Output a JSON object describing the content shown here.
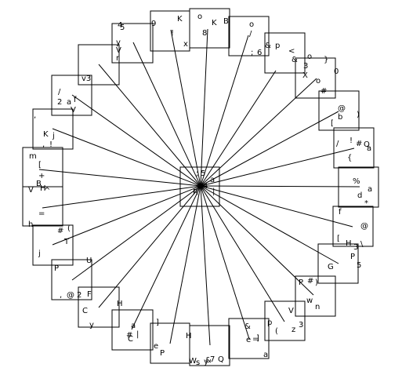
{
  "colors": {
    "stroke": "#000000",
    "background": "#ffffff",
    "text": "#000000"
  },
  "center_box": {
    "labels": [
      ";",
      "5",
      "a",
      "4",
      "R",
      "|"
    ]
  },
  "nodes": [
    {
      "id": "n01",
      "labels": [
        "4",
        "5",
        "9",
        "y",
        "V",
        "r"
      ]
    },
    {
      "id": "n02",
      "labels": [
        "K",
        "!",
        "x"
      ]
    },
    {
      "id": "n03",
      "labels": [
        "o",
        "K",
        "8",
        "B"
      ]
    },
    {
      "id": "n04",
      "labels": [
        "o",
        "/",
        ";",
        "6"
      ]
    },
    {
      "id": "n05",
      "labels": [
        "&",
        "p",
        "<",
        "&",
        "o"
      ]
    },
    {
      "id": "n06",
      "labels": [
        "}",
        "3",
        "X",
        "o",
        "0"
      ]
    },
    {
      "id": "n07",
      "labels": [
        "#",
        "@",
        "b",
        "[",
        ")"
      ]
    },
    {
      "id": "n08",
      "labels": [
        "/",
        "!",
        "#",
        "Q",
        "{",
        "a"
      ]
    },
    {
      "id": "n09",
      "labels": [
        "%",
        "a",
        "d",
        "*"
      ]
    },
    {
      "id": "n10",
      "labels": [
        "f",
        "@",
        "[",
        "H",
        "\\"
      ]
    },
    {
      "id": "n11",
      "labels": [
        "3",
        "P",
        "G",
        "5"
      ]
    },
    {
      "id": "n12",
      "labels": [
        "P",
        "#",
        ")",
        "w",
        "n"
      ]
    },
    {
      "id": "n13",
      "labels": [
        "V",
        "3",
        "p",
        "z",
        "("
      ]
    },
    {
      "id": "n14",
      "labels": [
        "&",
        "e",
        "=",
        "]",
        "a"
      ]
    },
    {
      "id": "n15",
      "labels": [
        "H",
        "&",
        "7",
        "Q",
        "y"
      ]
    },
    {
      "id": "n16",
      "labels": [
        "]",
        "e",
        "P",
        "W",
        "s"
      ]
    },
    {
      "id": "n17",
      "labels": [
        "H",
        "a",
        "#",
        "|",
        "C"
      ]
    },
    {
      "id": "n18",
      "labels": [
        "C",
        "y"
      ]
    },
    {
      "id": "n19",
      "labels": [
        "U",
        "P",
        ",",
        "@",
        "2",
        "F"
      ]
    },
    {
      "id": "n20",
      "labels": [
        "#",
        "(",
        "T",
        "j"
      ]
    },
    {
      "id": "n21",
      "labels": [
        "m",
        "[",
        "+",
        "B",
        "^",
        "H",
        "V",
        "=",
        "h"
      ]
    },
    {
      "id": "n22",
      "labels": [
        ",",
        "K",
        "j",
        ",",
        "!"
      ]
    },
    {
      "id": "n23",
      "labels": [
        "/",
        "2",
        "a",
        "f",
        "V"
      ]
    },
    {
      "id": "n24",
      "labels": [
        "v3"
      ]
    }
  ]
}
